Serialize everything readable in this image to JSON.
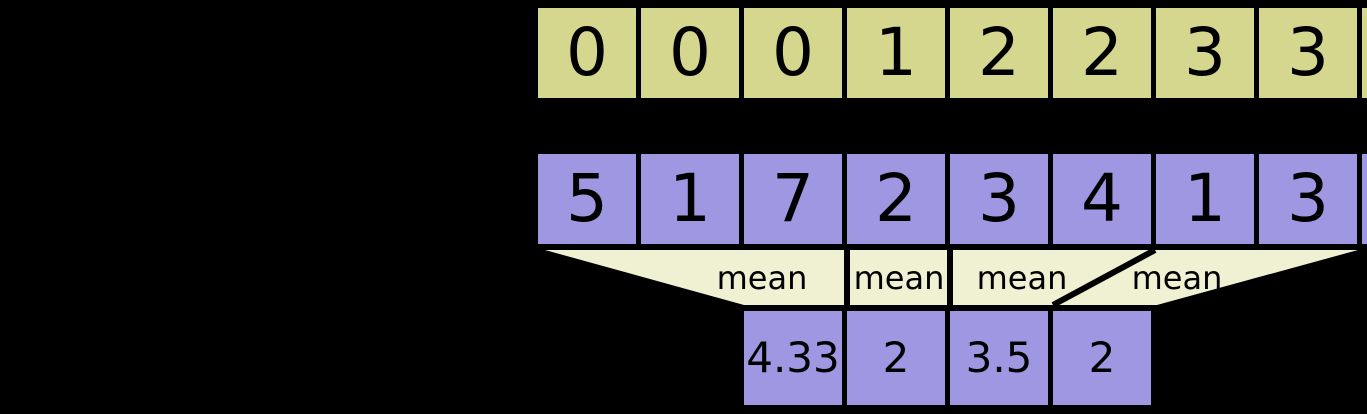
{
  "colors": {
    "background": "#000000",
    "segment_ids_fill": "#d6d78f",
    "data_fill": "#9f97e1",
    "mean_band_fill": "#f0f0d2",
    "border": "#000000",
    "text": "#000000"
  },
  "rows": {
    "segment_ids": {
      "values": [
        "0",
        "0",
        "0",
        "1",
        "2",
        "2",
        "3",
        "3"
      ]
    },
    "data": {
      "values": [
        "5",
        "1",
        "7",
        "2",
        "3",
        "4",
        "1",
        "3"
      ]
    },
    "output": {
      "values": [
        "4.33",
        "2",
        "3.5",
        "2"
      ]
    }
  },
  "mean_labels": [
    "mean",
    "mean",
    "mean",
    "mean"
  ]
}
